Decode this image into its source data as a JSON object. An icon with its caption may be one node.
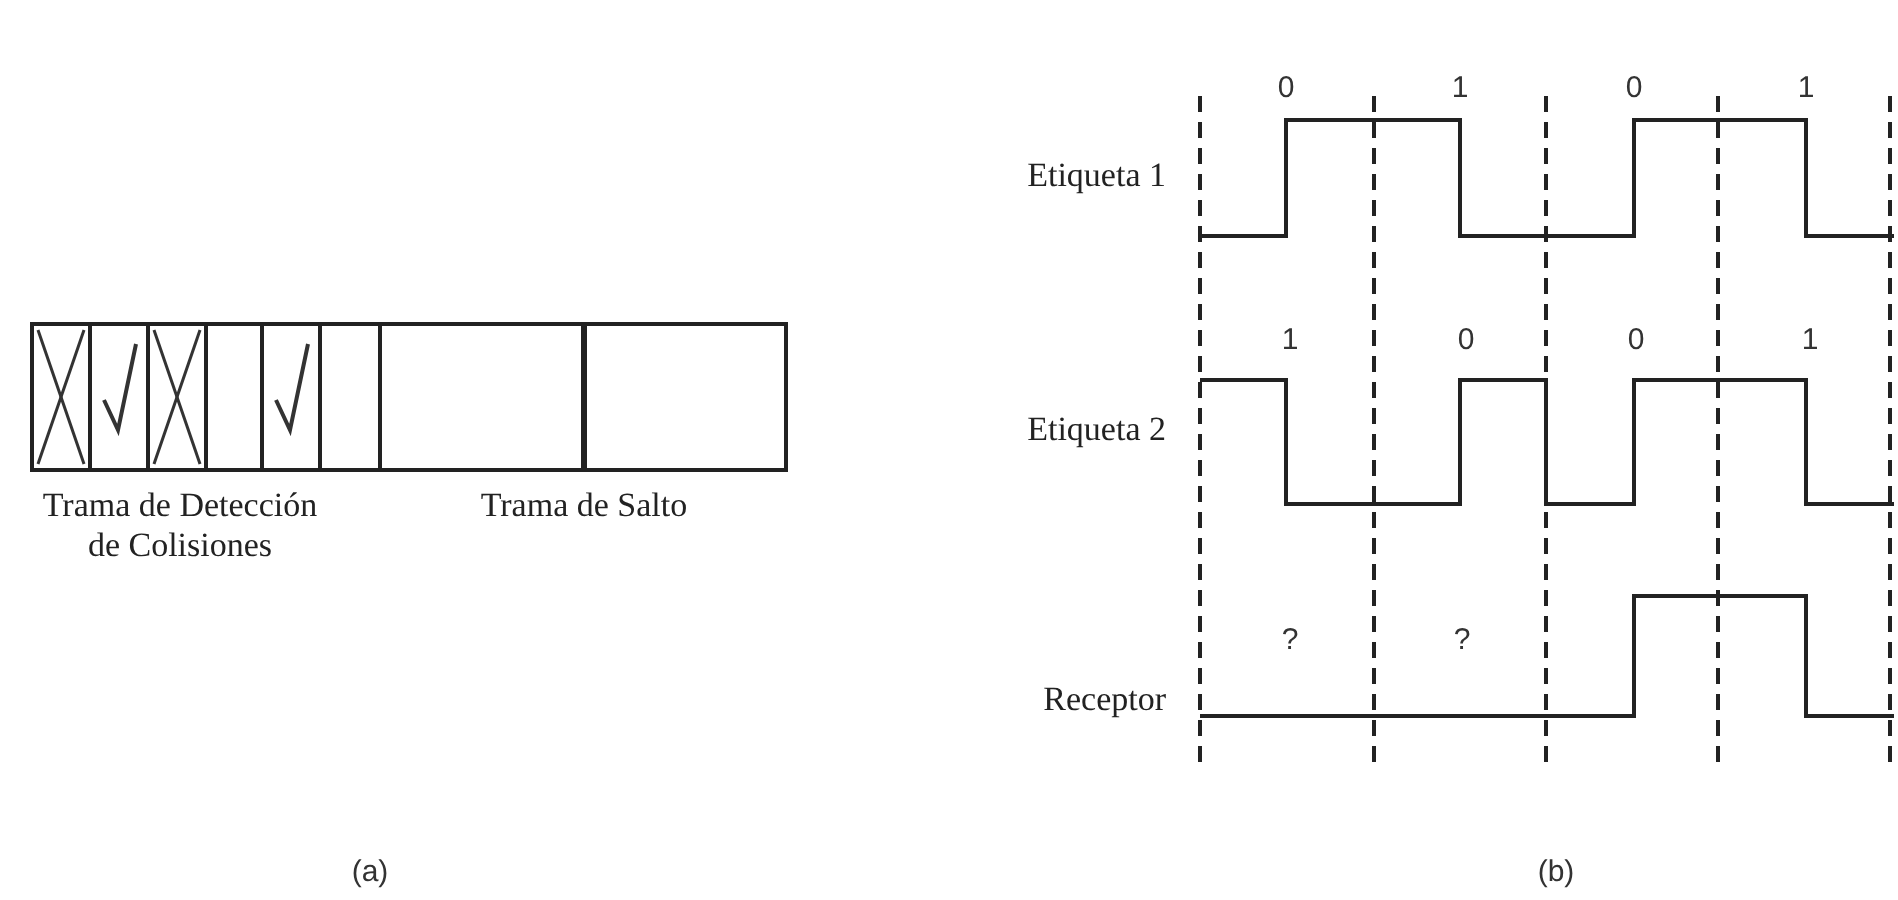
{
  "diagram": {
    "labels": [
      "Trama de Detección de Colisiones",
      "Trama de Salto",
      "(a)",
      "0",
      "1",
      "0",
      "1",
      "Etiqueta 1",
      "1",
      "0",
      "0",
      "1",
      "Etiqueta 2",
      "?",
      "?",
      "Receptor",
      "(b)"
    ]
  }
}
